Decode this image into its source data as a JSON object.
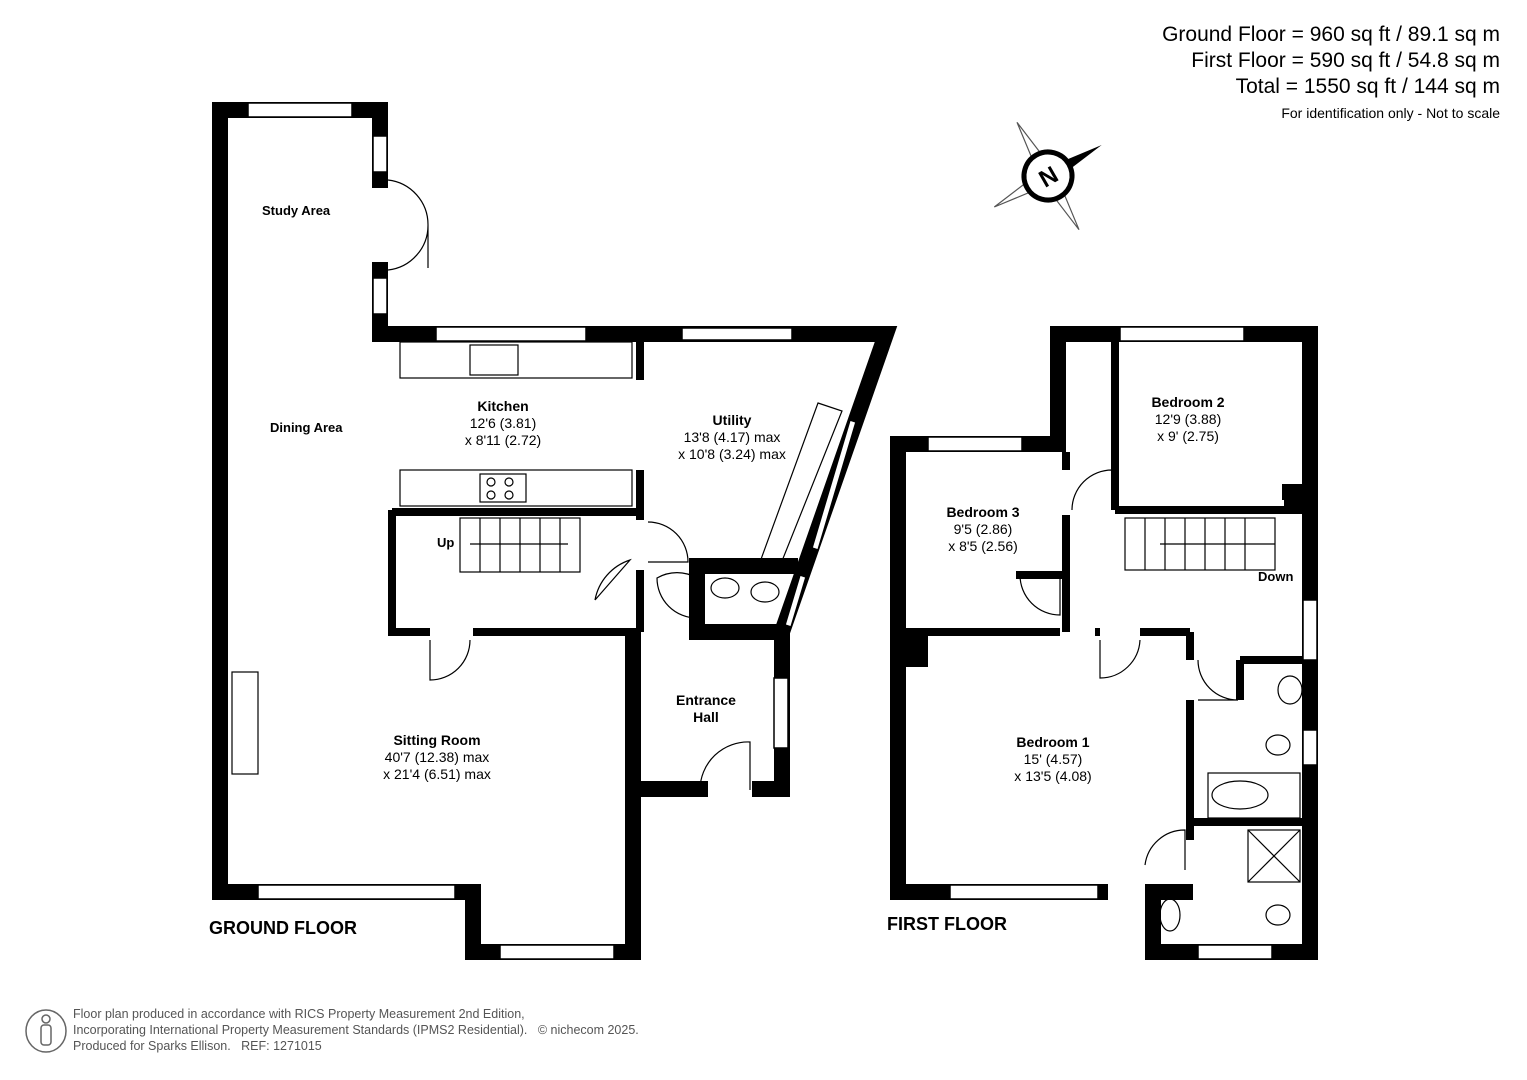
{
  "areas": {
    "ground": "Ground Floor = 960 sq ft / 89.1 sq m",
    "first": "First Floor = 590 sq ft / 54.8 sq m",
    "total": "Total = 1550 sq ft / 144 sq m",
    "note": "For identification only - Not to scale"
  },
  "compass": {
    "label": "N"
  },
  "ground_floor": {
    "title": "GROUND FLOOR",
    "rooms": {
      "study": {
        "name": "Study Area"
      },
      "dining": {
        "name": "Dining Area"
      },
      "kitchen": {
        "name": "Kitchen",
        "dim1": "12'6 (3.81)",
        "dim2": "x 8'11 (2.72)"
      },
      "utility": {
        "name": "Utility",
        "dim1": "13'8 (4.17) max",
        "dim2": "x 10'8 (3.24) max"
      },
      "sitting": {
        "name": "Sitting Room",
        "dim1": "40'7 (12.38) max",
        "dim2": "x 21'4 (6.51) max"
      },
      "entrance": {
        "name": "Entrance",
        "name2": "Hall"
      }
    },
    "stairs_label": "Up"
  },
  "first_floor": {
    "title": "FIRST FLOOR",
    "rooms": {
      "bed1": {
        "name": "Bedroom 1",
        "dim1": "15' (4.57)",
        "dim2": "x 13'5 (4.08)"
      },
      "bed2": {
        "name": "Bedroom 2",
        "dim1": "12'9 (3.88)",
        "dim2": "x 9' (2.75)"
      },
      "bed3": {
        "name": "Bedroom 3",
        "dim1": "9'5 (2.86)",
        "dim2": "x 8'5 (2.56)"
      }
    },
    "stairs_label": "Down"
  },
  "footer": {
    "line1": "Floor plan produced in accordance with RICS Property Measurement 2nd Edition,",
    "line2": "Incorporating International Property Measurement Standards (IPMS2 Residential).",
    "copyright": "© nichecom 2025.",
    "line3": "Produced for Sparks Ellison.",
    "ref": "REF: 1271015"
  }
}
